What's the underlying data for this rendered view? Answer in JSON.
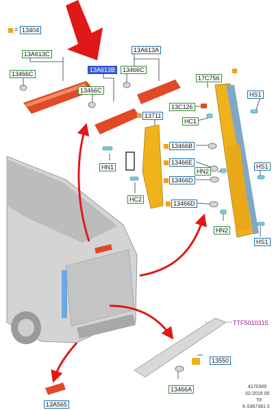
{
  "legend": {
    "equals": "=",
    "code": "13404",
    "swatch_color": "#f0a31a"
  },
  "labels": {
    "l13A613C": "13A613C",
    "l13466C_a": "13466C",
    "l13A613B": "13A613B",
    "l13466C_b": "13466C",
    "l13A613A": "13A613A",
    "l13466C_c": "13466C",
    "l17C756": "17C756",
    "lHS1_a": "HS1",
    "l13C126": "13C126",
    "lHC1": "HC1",
    "l13711": "13711",
    "l13466B": "13466B",
    "lHN1": "HN1",
    "l13466E": "13466E",
    "lHN2_a": "HN2",
    "lHS1_b": "HS1",
    "l13466D_a": "13466D",
    "lHC2": "HC2",
    "l13466D_b": "13466D",
    "lHN2_b": "HN2",
    "lHS1_c": "HS1",
    "l13550": "13550",
    "l13466A": "13466A",
    "l13A565": "13A565"
  },
  "callouts": {
    "ttf": "TTF5010315"
  },
  "meta": {
    "line1": "4170305",
    "line2": "02-2018 05",
    "line3": "TF",
    "line4": "K 0367381 0"
  },
  "colors": {
    "part_red": "#e04a26",
    "part_orange": "#f0b21a",
    "arrow_red": "#e01818",
    "van_grey": "#d4d4d4",
    "blue_trim": "#6aa9e0"
  }
}
